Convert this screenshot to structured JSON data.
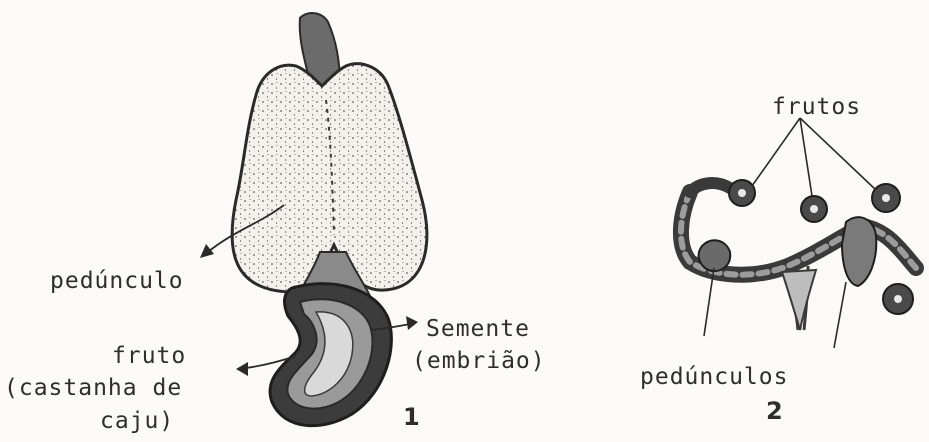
{
  "figure1": {
    "label_peduncle": "pedúnculo",
    "label_seed_line1": "Semente",
    "label_seed_line2": "(embrião)",
    "label_fruit_line1": "fruto",
    "label_fruit_line2": "(castanha de",
    "label_fruit_line3": "caju)",
    "number": "1"
  },
  "figure2": {
    "label_fruits": "frutos",
    "label_peduncles": "pedúnculos",
    "number": "2"
  }
}
